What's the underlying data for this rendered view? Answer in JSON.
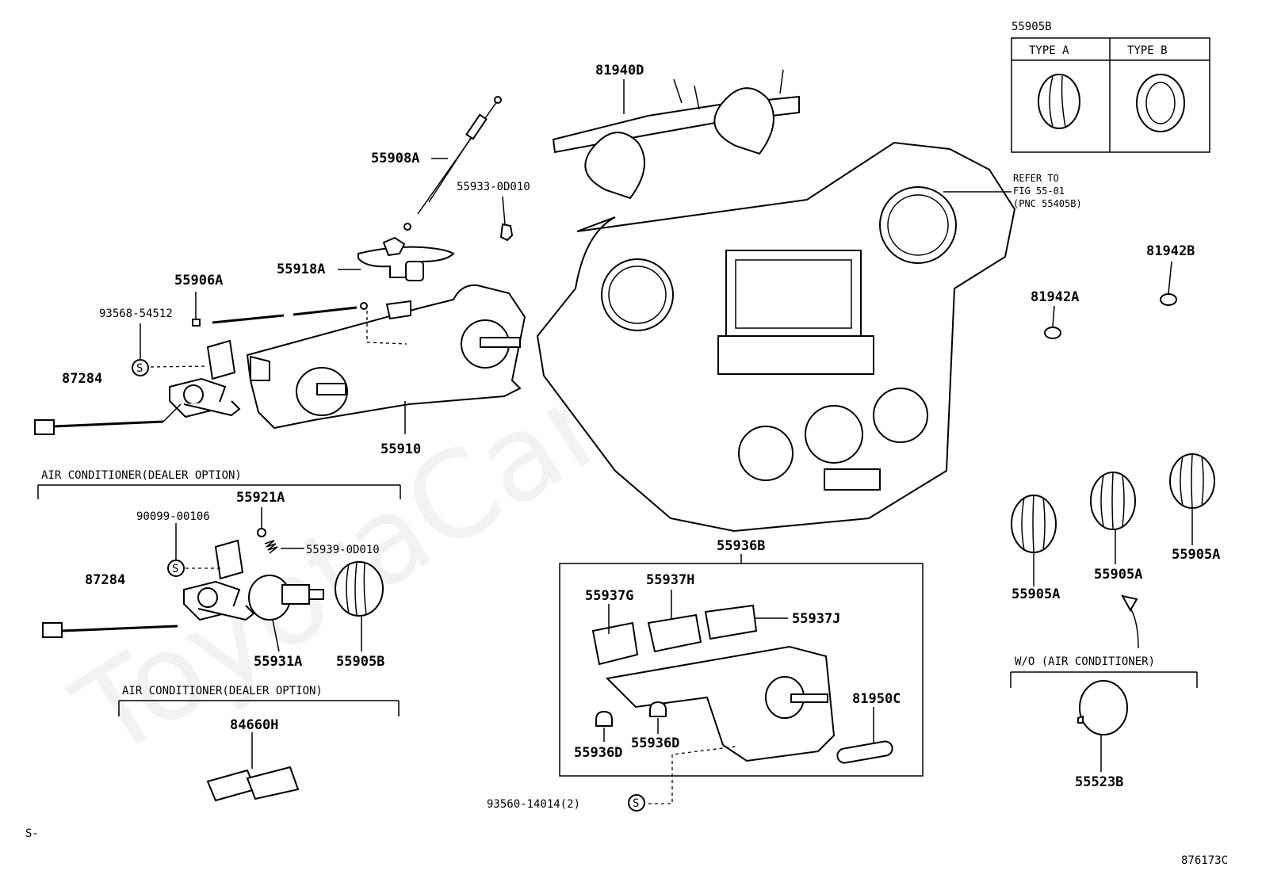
{
  "labels": {
    "p81940D": "81940D",
    "p55908A": "55908A",
    "p55933": "55933-0D010",
    "p55918A": "55918A",
    "p55906A": "55906A",
    "p93568": "93568-54512",
    "p87284_top": "87284",
    "p55910": "55910",
    "p55921A": "55921A",
    "p90099": "90099-00106",
    "p55939": "55939-0D010",
    "p87284_bot": "87284",
    "p55931A": "55931A",
    "p55905B_left": "55905B",
    "p84660H": "84660H",
    "p55936B": "55936B",
    "p55937H": "55937H",
    "p55937G": "55937G",
    "p55937J": "55937J",
    "p81950C": "81950C",
    "p55936D_a": "55936D",
    "p55936D_b": "55936D",
    "p93560": "93560-14014(2)",
    "p55905B_top": "55905B",
    "type_a": "TYPE A",
    "type_b": "TYPE B",
    "refer1": "REFER TO",
    "refer2": "FIG 55-01",
    "refer3": "(PNC 55405B)",
    "p81942B": "81942B",
    "p81942A": "81942A",
    "p55905A_1": "55905A",
    "p55905A_2": "55905A",
    "p55905A_3": "55905A",
    "wo_ac": "W/O (AIR CONDITIONER)",
    "p55523B": "55523B",
    "ac_option_1": "AIR CONDITIONER(DEALER OPTION)",
    "ac_option_2": "AIR CONDITIONER(DEALER OPTION)",
    "corner_left": "S-",
    "diagram_code": "876173C",
    "symbol_s": "S"
  },
  "watermark": "ToyotaCarMini.ru"
}
